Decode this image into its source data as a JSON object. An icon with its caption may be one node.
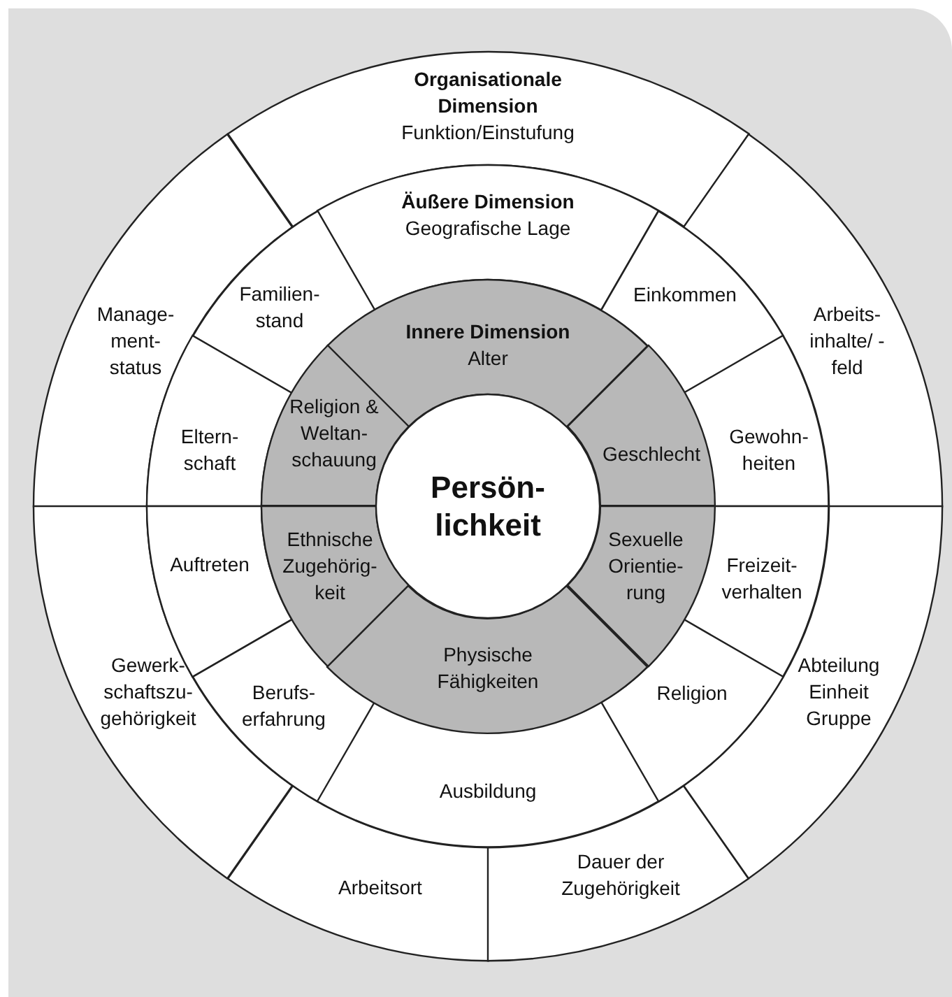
{
  "diagram": {
    "nodes": [
      {
        "text": [
          "Organisationale Dimension",
          "Funktion/Einstufung"
        ]
      },
      {
        "text": [
          "Manage- ment- status"
        ]
      },
      {
        "text": [
          "Arbeits- inhalte/ -feld"
        ]
      },
      {
        "text": [
          "Gewerk- schaftszu- gehörigkeit"
        ]
      },
      {
        "text": [
          "Abteilung Einheit Gruppe"
        ]
      },
      {
        "text": [
          "Arbeitsort"
        ]
      },
      {
        "text": [
          "Dauer der Zugehörigkeit"
        ]
      },
      {
        "text": [
          "Äußere Dimension",
          "Geografische Lage"
        ]
      },
      {
        "text": [
          "Familien- stand"
        ]
      },
      {
        "text": [
          "Einkommen"
        ]
      },
      {
        "text": [
          "Eltern- schaft"
        ]
      },
      {
        "text": [
          "Gewohn- heiten"
        ]
      },
      {
        "text": [
          "Auftreten"
        ]
      },
      {
        "text": [
          "Freizeit- verhalten"
        ]
      },
      {
        "text": [
          "Berufs- erfahrung"
        ]
      },
      {
        "text": [
          "Religion"
        ]
      },
      {
        "text": [
          "Ausbildung"
        ]
      },
      {
        "text": [
          "Innere Dimension",
          "Alter"
        ]
      },
      {
        "text": [
          "Religion & Weltan- schauung"
        ]
      },
      {
        "text": [
          "Geschlecht"
        ]
      },
      {
        "text": [
          "Ethnische Zugehörig- keit"
        ]
      },
      {
        "text": [
          "Sexuelle Orientie- rung"
        ]
      },
      {
        "text": [
          "Physische Fähigkeiten"
        ]
      },
      {
        "text": [
          "Persön- lichkeit"
        ]
      }
    ]
  }
}
